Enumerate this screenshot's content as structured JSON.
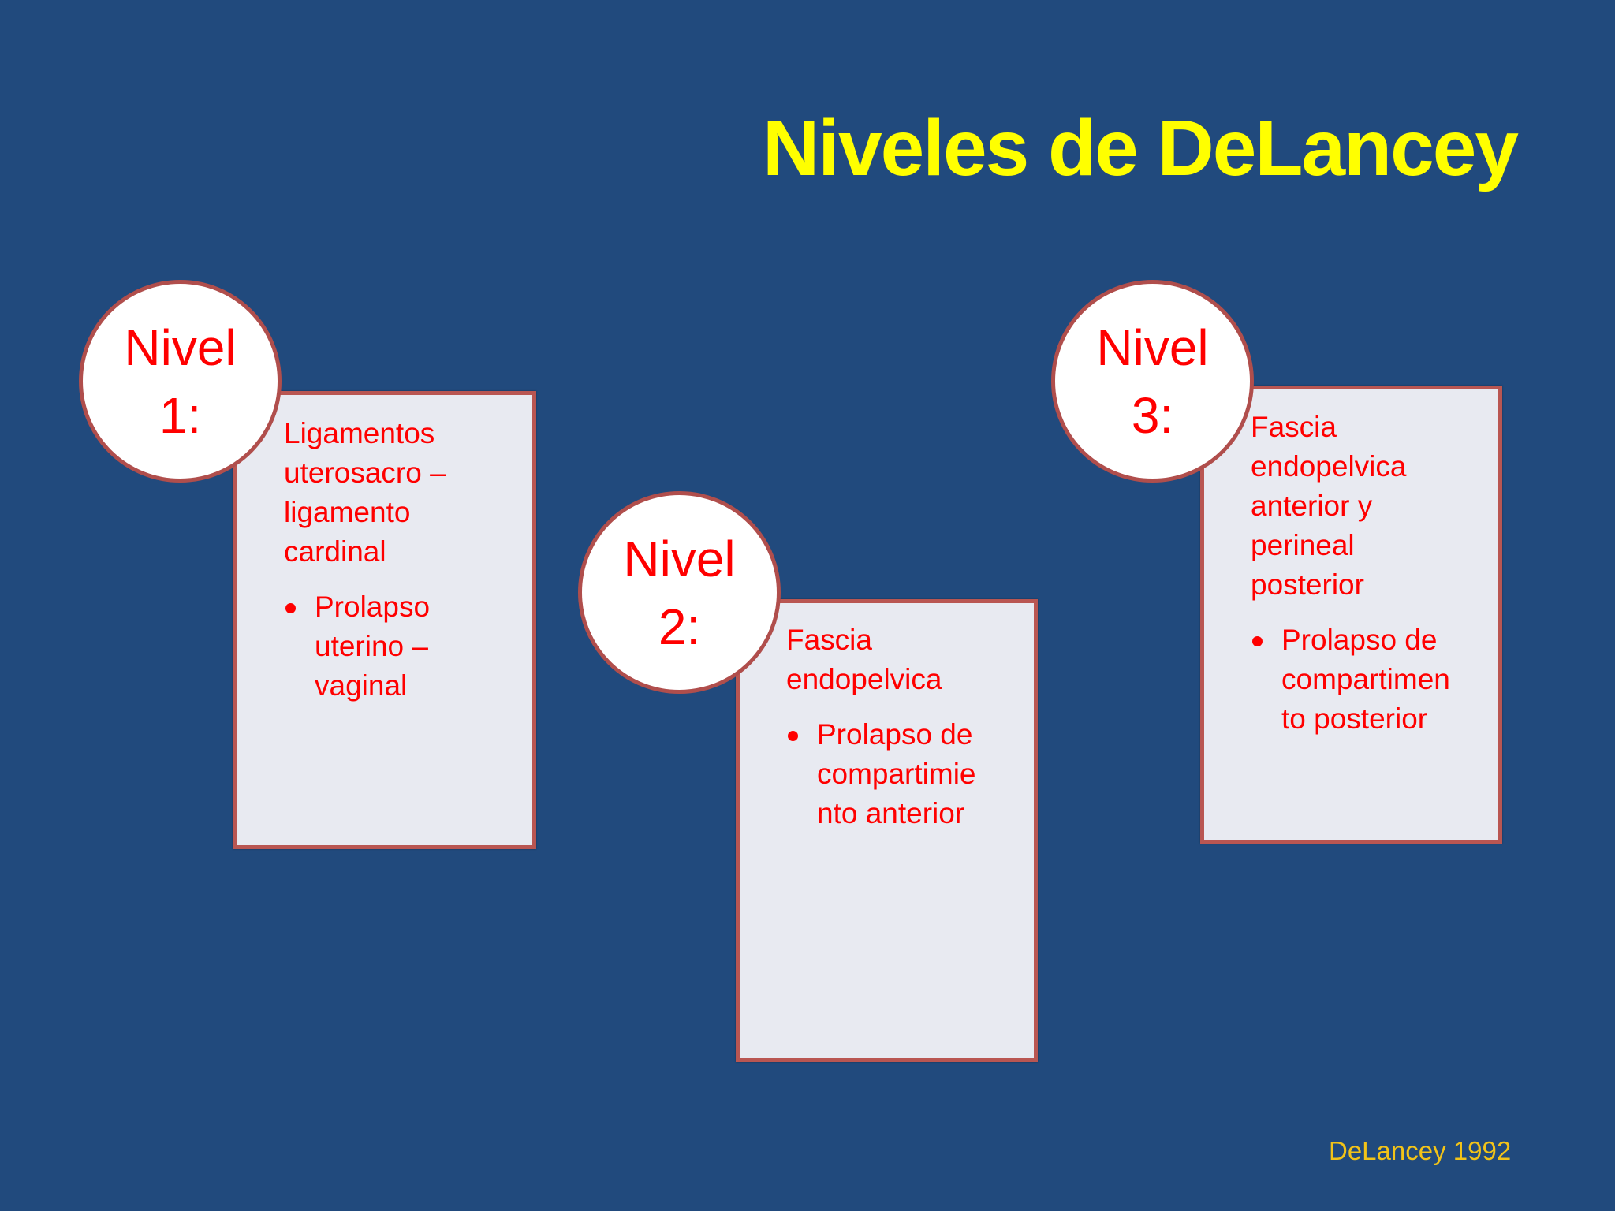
{
  "slide": {
    "title": "Niveles de DeLancey",
    "citation": "DeLancey 1992",
    "colors": {
      "background": "#214a7d",
      "title": "#ffff00",
      "text": "#ff0000",
      "box_fill": "#e8eaf1",
      "box_border": "#b95652",
      "circle_fill": "#ffffff",
      "citation": "#f2c318"
    },
    "levels": [
      {
        "badge_line1": "Nivel",
        "badge_line2": "1:",
        "description_lines": [
          "Ligamentos",
          "uterosacro –",
          "ligamento",
          "cardinal"
        ],
        "bullet_lines": [
          "Prolapso",
          "uterino –",
          "vaginal"
        ]
      },
      {
        "badge_line1": "Nivel",
        "badge_line2": "2:",
        "description_lines": [
          "Fascia",
          "endopelvica"
        ],
        "bullet_lines": [
          "Prolapso de",
          "compartimie",
          "nto anterior"
        ]
      },
      {
        "badge_line1": "Nivel",
        "badge_line2": "3:",
        "description_lines": [
          "Fascia",
          "endopelvica",
          "anterior y",
          "perineal",
          "posterior"
        ],
        "bullet_lines": [
          "Prolapso de",
          "compartimen",
          "to posterior"
        ]
      }
    ]
  }
}
